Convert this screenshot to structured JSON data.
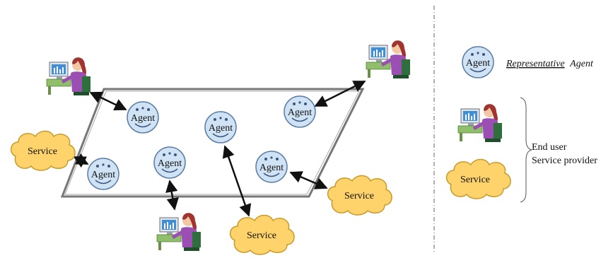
{
  "labels": {
    "agent": "Agent",
    "service": "Service"
  },
  "legend": {
    "agent_label_italic": "Representative",
    "agent_label_word": "Agent",
    "end_user": "End user",
    "service_provider": "Service provider"
  },
  "colors": {
    "agent_fill": "#cfe3f4",
    "agent_stroke": "#5a7da8",
    "cloud_fill": "#ffd36b",
    "cloud_stroke": "#c79a2a",
    "arrow": "#111111",
    "platform": "#777777",
    "divider": "#666666"
  },
  "icons": {
    "agent": "smiley-face-icon",
    "end_user": "person-at-computer-icon",
    "service": "cloud-icon"
  }
}
